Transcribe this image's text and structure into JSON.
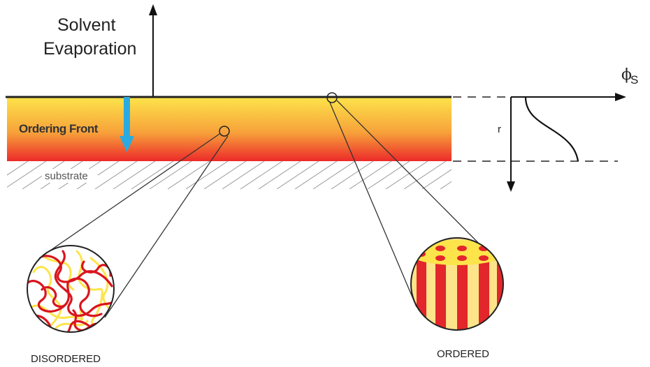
{
  "labels": {
    "solvent_line1": "Solvent",
    "solvent_line2": "Evaporation",
    "ordering_front": "Ordering Front",
    "substrate": "substrate",
    "phi": "ϕ",
    "phi_subscript": "S",
    "r_axis": "r",
    "disordered": "DISORDERED",
    "ordered": "ORDERED"
  },
  "colors": {
    "film_top": "#fde44a",
    "film_bottom": "#ec2a2a",
    "arrow_blue": "#29abe2",
    "chain_red": "#d9151e",
    "chain_yellow": "#fde44a",
    "cylinder_red": "#e3262b"
  }
}
